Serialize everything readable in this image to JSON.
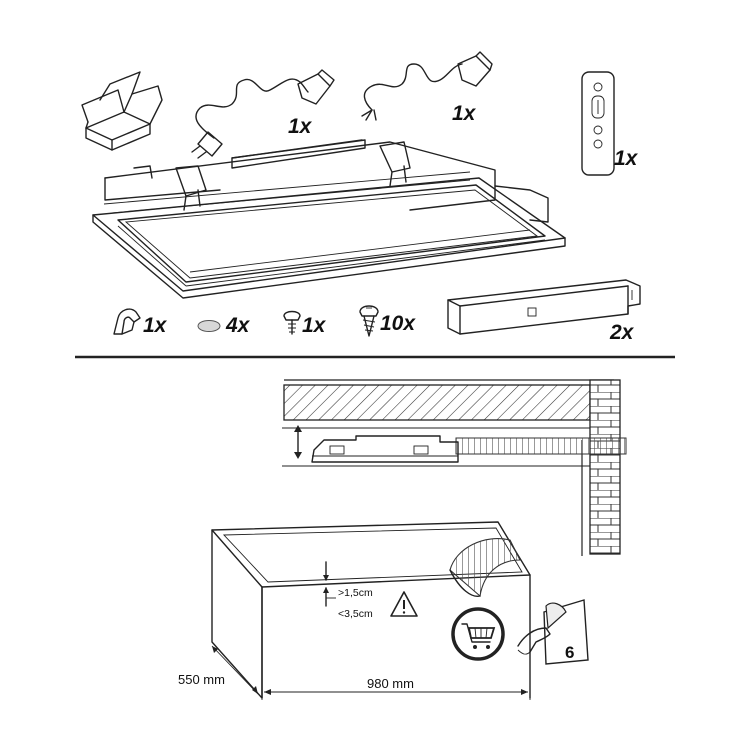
{
  "parts": {
    "power_cable_plug": {
      "qty": "1x"
    },
    "power_cable_open": {
      "qty": "1x"
    },
    "remote": {
      "qty": "1x"
    },
    "clip": {
      "qty": "1x"
    },
    "pads": {
      "qty": "4x"
    },
    "bolt": {
      "qty": "1x"
    },
    "screws": {
      "qty": "10x"
    },
    "brackets": {
      "qty": "2x"
    }
  },
  "install": {
    "clearance_min": ">1,5cm",
    "clearance_max": "<3,5cm",
    "width": "980 mm",
    "depth": "550 mm",
    "sticker_number": "6"
  },
  "icons": [
    "box-icon",
    "plug-cable-icon",
    "open-cable-icon",
    "remote-icon",
    "clip-icon",
    "pad-icon",
    "bolt-icon",
    "screw-icon",
    "bracket-icon",
    "warning-icon",
    "shopping-cart-icon",
    "sticker-icon"
  ]
}
